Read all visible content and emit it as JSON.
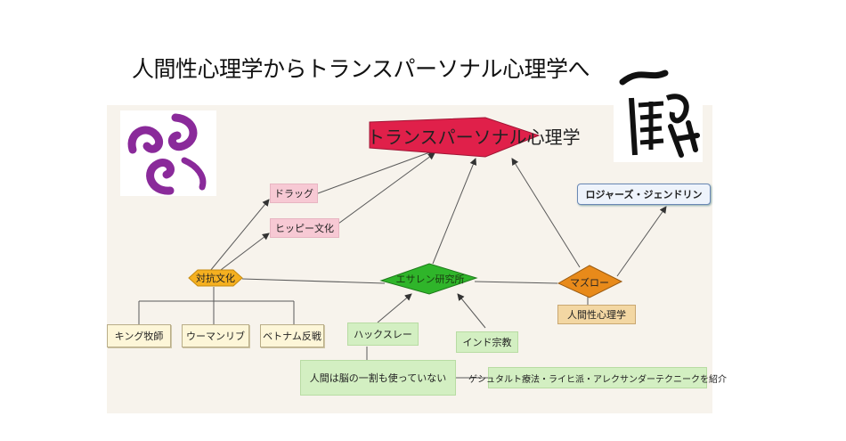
{
  "title": "人間性心理学からトランスパーソナル心理学へ",
  "nodes": {
    "transpersonal": "トランスパーソナル心理学",
    "drug": "ドラッグ",
    "hippie": "ヒッピー文化",
    "counterculture": "対抗文化",
    "esalen": "エサレン研究所",
    "maslow": "マズロー",
    "rogers_gendlin": "ロジャーズ・ジェンドリン",
    "humanistic": "人間性心理学",
    "king": "キング牧師",
    "womanlib": "ウーマンリブ",
    "vietnam": "ベトナム反戦",
    "huxley": "ハックスレー",
    "indian_religion": "インド宗教",
    "brain": "人間は脳の一割も使っていない",
    "techniques": "ゲシュタルト療法・ライヒ派・アレクサンダーテクニークを紹介"
  },
  "colors": {
    "transpersonal": "#e0204a",
    "esalen": "#2fb52a",
    "maslow": "#e88a1a",
    "counterculture": "#f5b020",
    "logo_purple": "#8a2a9a"
  },
  "logos": {
    "left": "purple-swirl-logo",
    "right": "calligraphy-logo"
  }
}
